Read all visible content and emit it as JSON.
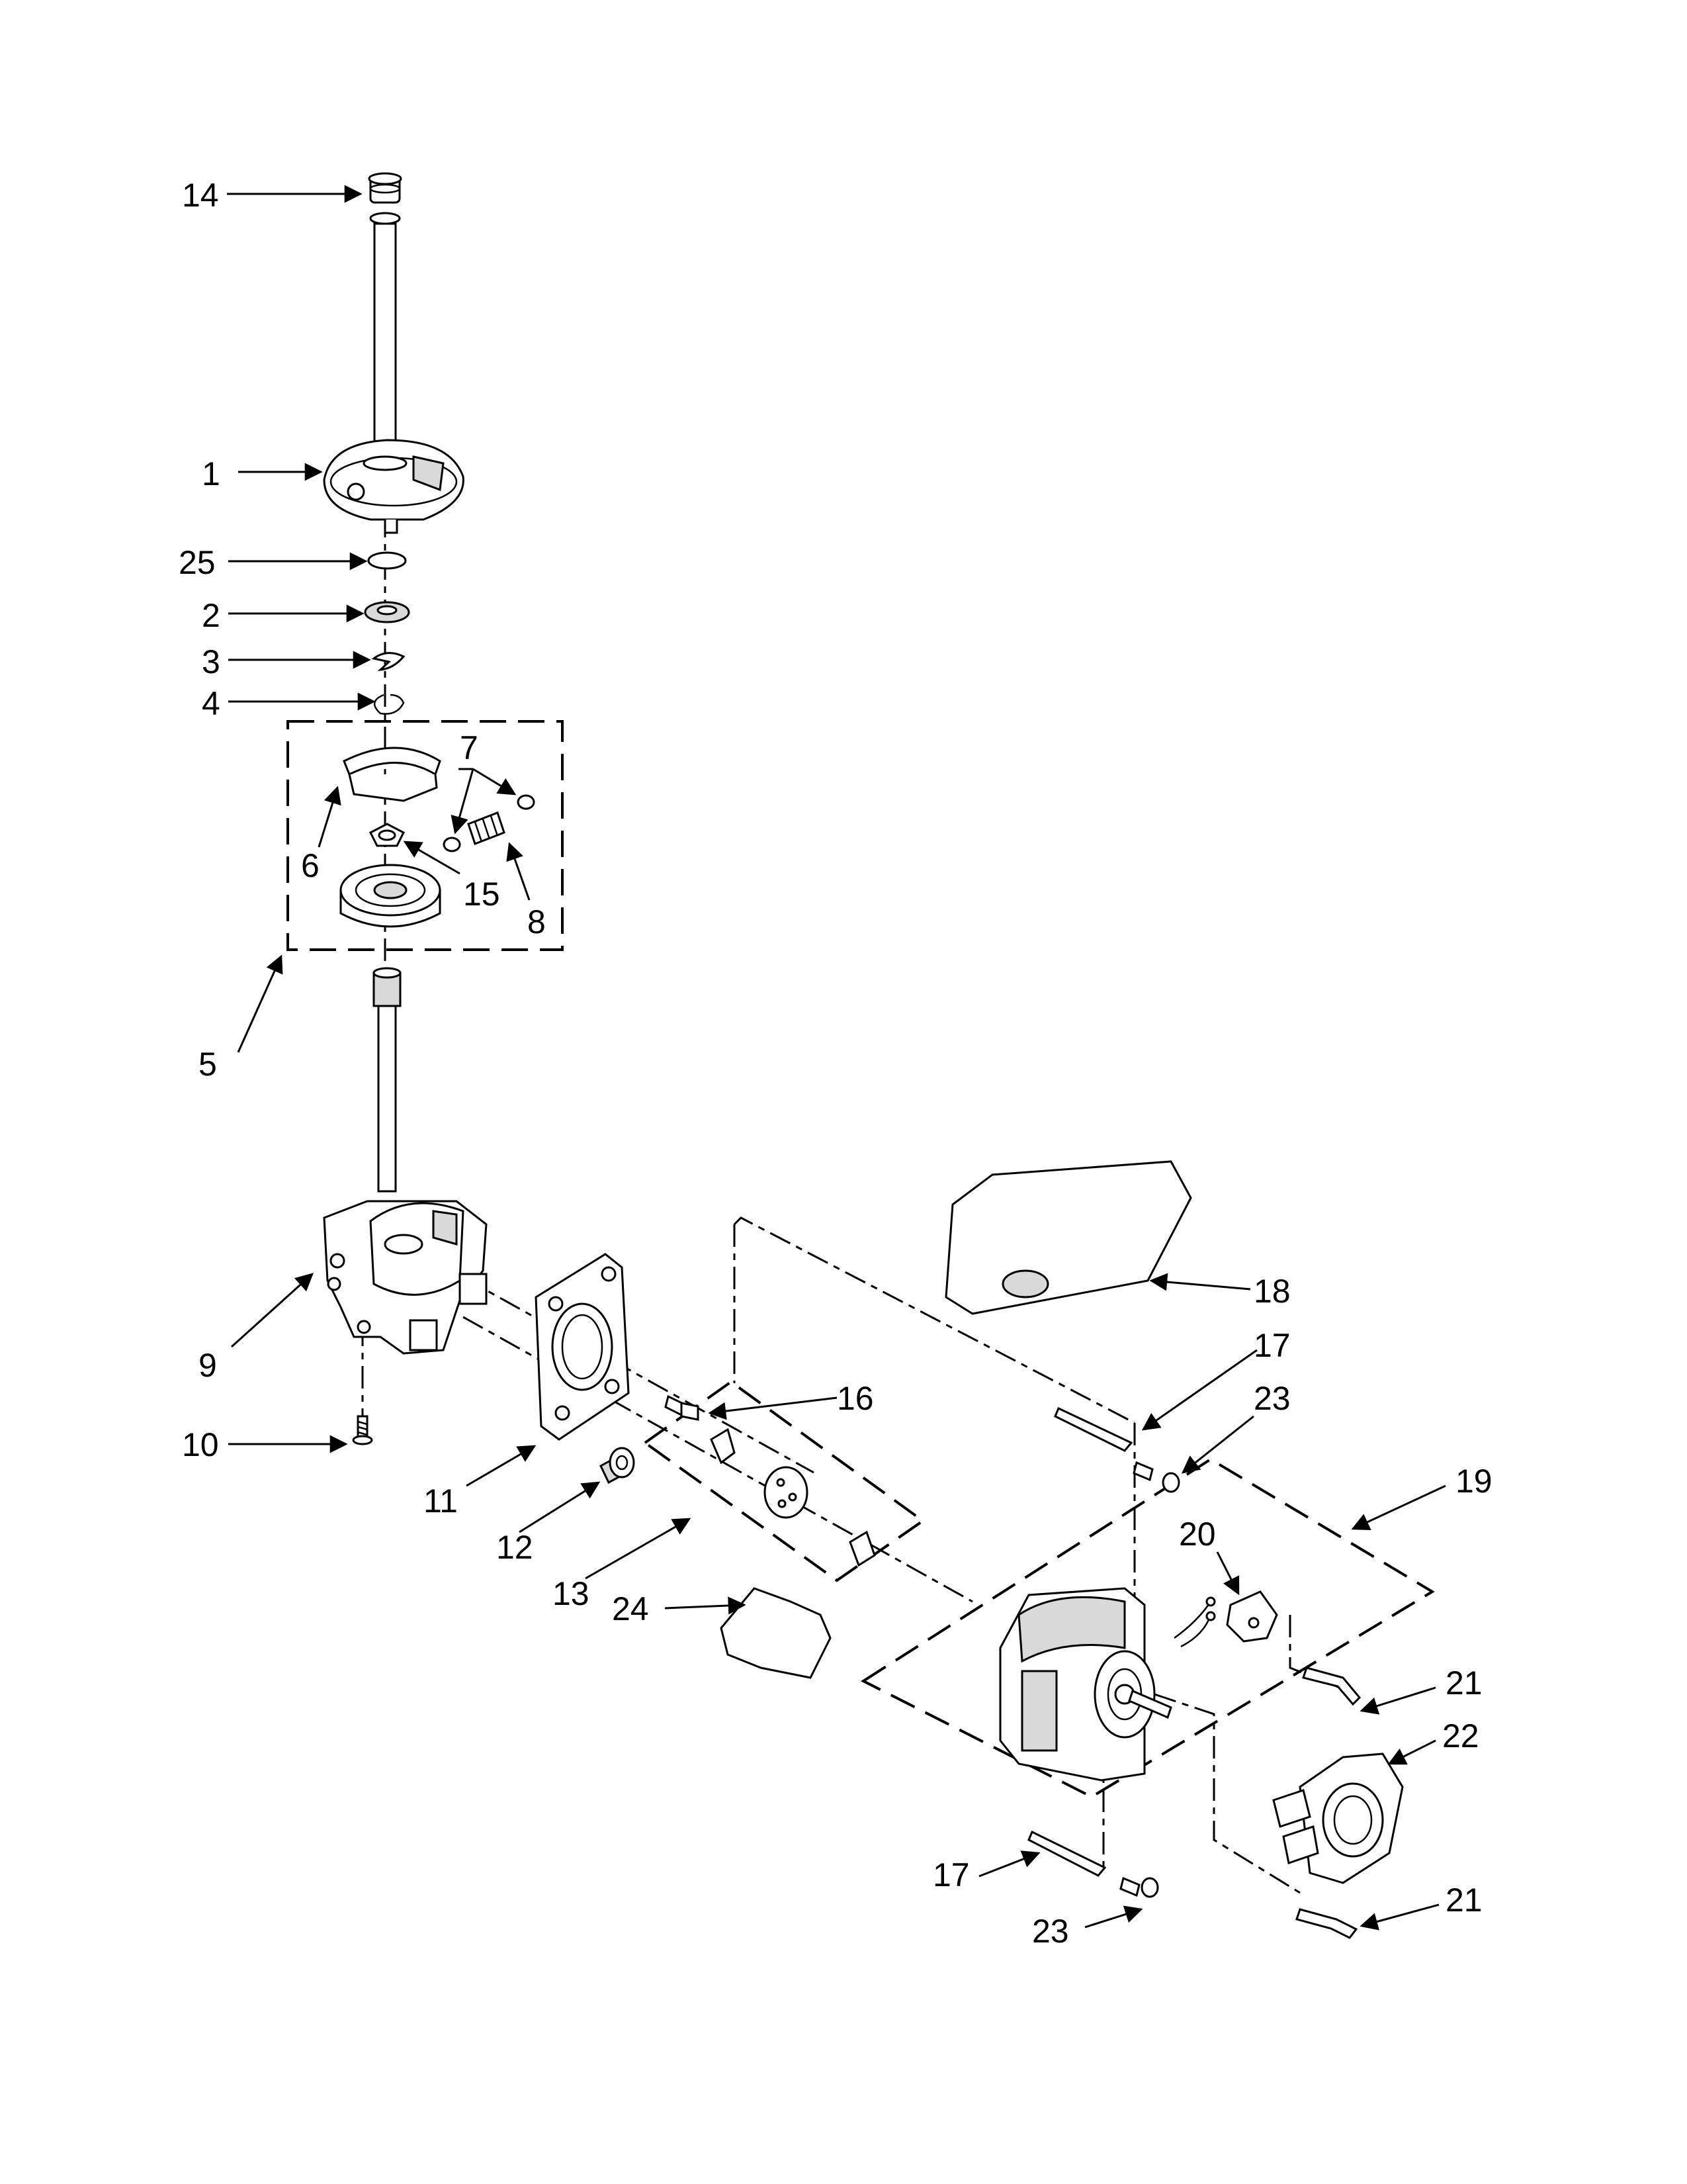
{
  "labels": {
    "p1": "1",
    "p2": "2",
    "p3": "3",
    "p4": "4",
    "p5": "5",
    "p6": "6",
    "p7": "7",
    "p8": "8",
    "p9": "9",
    "p10": "10",
    "p11": "11",
    "p12": "12",
    "p13": "13",
    "p14": "14",
    "p15": "15",
    "p16": "16",
    "p17a": "17",
    "p17b": "17",
    "p18": "18",
    "p19": "19",
    "p20": "20",
    "p21a": "21",
    "p21b": "21",
    "p22": "22",
    "p23a": "23",
    "p23b": "23",
    "p24": "24",
    "p25": "25"
  }
}
